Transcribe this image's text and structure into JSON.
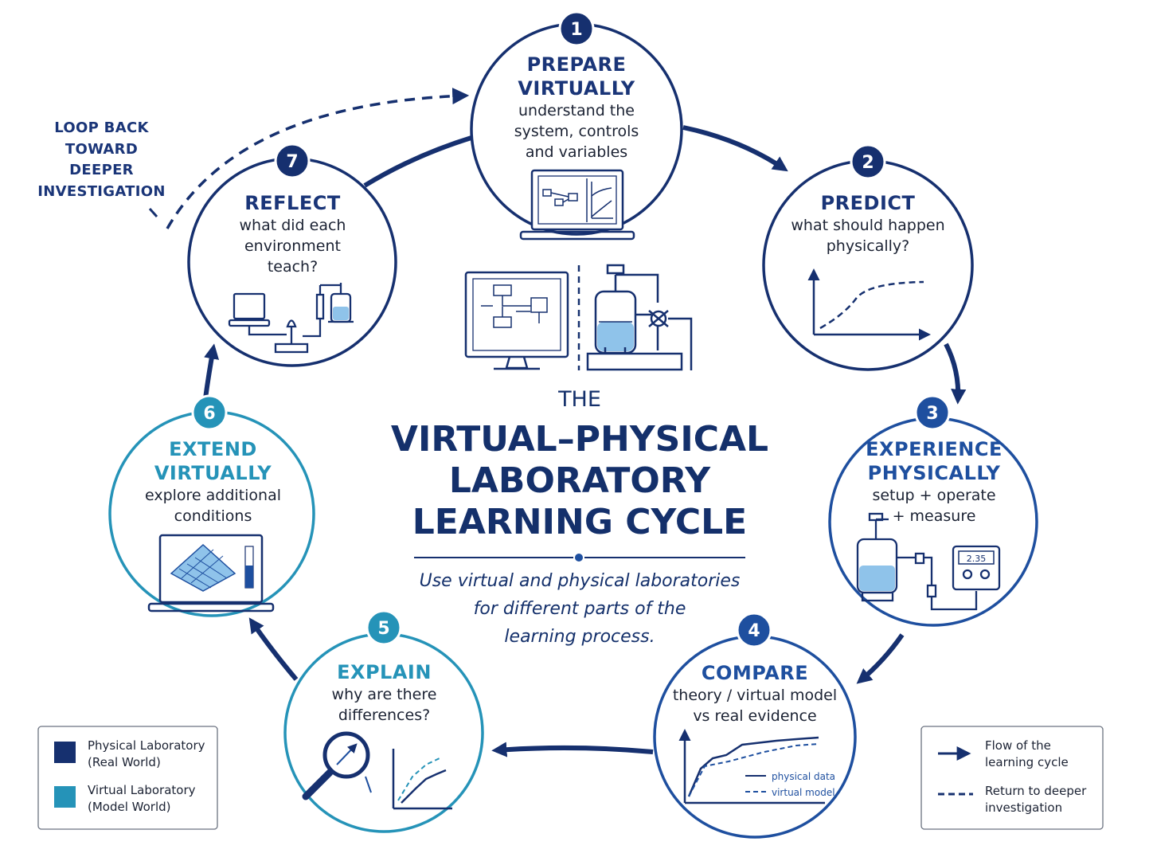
{
  "colors": {
    "navy": "#16306f",
    "blue": "#1e4f9f",
    "teal": "#2593b8",
    "light_blue": "#8fc3ea"
  },
  "title": {
    "prefix": "THE",
    "lines": [
      "VIRTUAL–PHYSICAL",
      "LABORATORY",
      "LEARNING CYCLE"
    ]
  },
  "subtitle": [
    "Use virtual and physical laboratories",
    "for different parts of the",
    "learning process."
  ],
  "stages": [
    {
      "number": "1",
      "heading": [
        "PREPARE",
        "VIRTUALLY"
      ],
      "desc": [
        "understand the",
        "system, controls",
        "and variables"
      ],
      "icon": "laptop-flowchart-icon"
    },
    {
      "number": "2",
      "heading": [
        "PREDICT"
      ],
      "desc": [
        "what should happen",
        "physically?"
      ],
      "icon": "prediction-graph-icon"
    },
    {
      "number": "3",
      "heading": [
        "EXPERIENCE",
        "PHYSICALLY"
      ],
      "desc": [
        "setup + operate",
        "+ measure"
      ],
      "icon": "lab-apparatus-meter-icon",
      "meter_reading": "2.35"
    },
    {
      "number": "4",
      "heading": [
        "COMPARE"
      ],
      "desc": [
        "theory / virtual model",
        "vs real evidence"
      ],
      "icon": "comparison-graph-icon",
      "graph_legend": [
        "physical data",
        "virtual model"
      ]
    },
    {
      "number": "5",
      "heading": [
        "EXPLAIN"
      ],
      "desc": [
        "why are there",
        "differences?"
      ],
      "icon": "magnifier-graph-icon"
    },
    {
      "number": "6",
      "heading": [
        "EXTEND",
        "VIRTUALLY"
      ],
      "desc": [
        "explore additional",
        "conditions"
      ],
      "icon": "laptop-surface-plot-icon"
    },
    {
      "number": "7",
      "heading": [
        "REFLECT"
      ],
      "desc": [
        "what did each",
        "environment",
        "teach?"
      ],
      "icon": "laptop-bunsen-icon"
    }
  ],
  "loop_note": [
    "LOOP BACK",
    "TOWARD",
    "DEEPER",
    "INVESTIGATION"
  ],
  "legend_left": [
    {
      "label": [
        "Physical Laboratory",
        "(Real World)"
      ],
      "color": "#16306f"
    },
    {
      "label": [
        "Virtual Laboratory",
        "(Model World)"
      ],
      "color": "#2593b8"
    }
  ],
  "legend_right": [
    {
      "label": [
        "Flow of the",
        "learning cycle"
      ],
      "symbol": "solid-arrow-icon"
    },
    {
      "label": [
        "Return to deeper",
        "investigation"
      ],
      "symbol": "dashed-line-icon"
    }
  ]
}
